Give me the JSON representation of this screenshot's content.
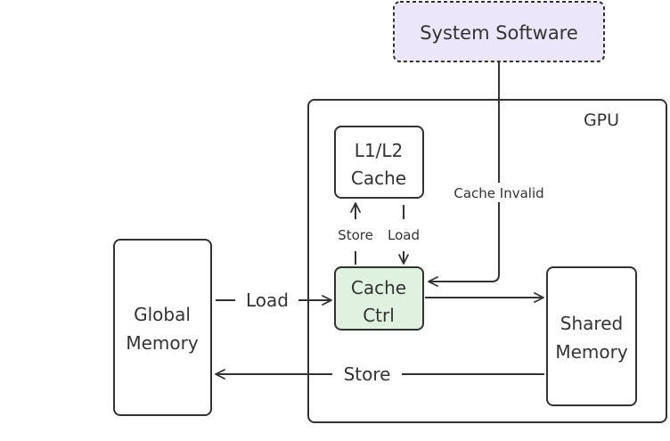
{
  "nodes": {
    "system_software": {
      "label": "System Software",
      "fill": "#ece6fb",
      "stroke": "#333333"
    },
    "gpu": {
      "label": "GPU"
    },
    "l1l2_cache": {
      "line1": "L1/L2",
      "line2": "Cache"
    },
    "cache_ctrl": {
      "line1": "Cache",
      "line2": "Ctrl",
      "fill": "#dff2df"
    },
    "global_memory": {
      "line1": "Global",
      "line2": "Memory"
    },
    "shared_memory": {
      "line1": "Shared",
      "line2": "Memory"
    }
  },
  "edges": {
    "cache_invalid": "Cache Invalid",
    "store_up": "Store",
    "load_down": "Load",
    "load_global": "Load",
    "store_shared": "Store"
  }
}
